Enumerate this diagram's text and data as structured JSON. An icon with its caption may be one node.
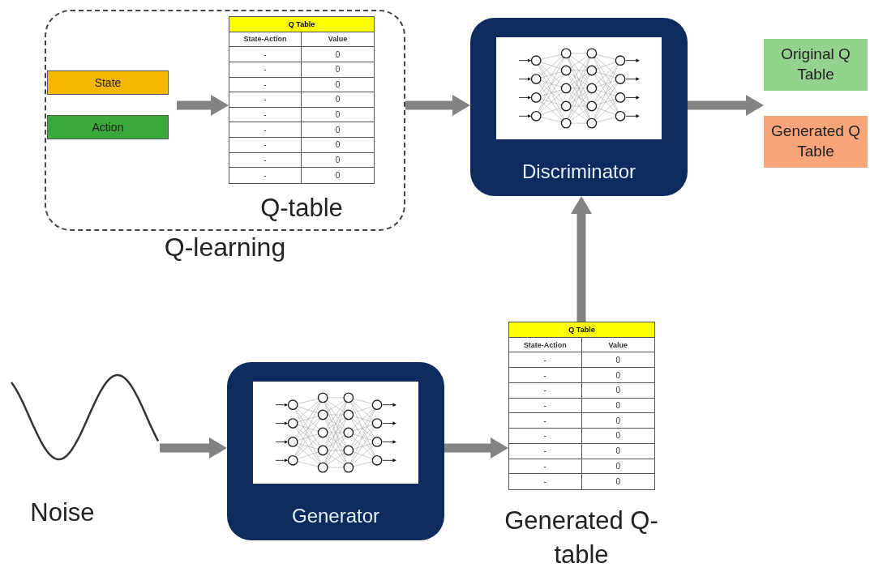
{
  "diagram": {
    "nodes": [
      {
        "text": [
          "Q-learning"
        ]
      },
      {
        "text": [
          "State"
        ],
        "in": 0
      },
      {
        "text": [
          "Action"
        ],
        "in": 0
      },
      {
        "text": [
          "Q Table",
          "State-Action",
          "Value",
          "-",
          "0",
          "-",
          "0",
          "-",
          "0",
          "-",
          "0",
          "-",
          "0",
          "-",
          "0",
          "-",
          "0",
          "-",
          "0",
          "-",
          "0"
        ],
        "in": 0,
        "beside": [
          "Q-table"
        ]
      },
      {
        "text": [
          "Discriminator"
        ]
      },
      {
        "text": [
          "Original Q Table"
        ]
      },
      {
        "text": [
          "Generated Q Table"
        ]
      },
      {
        "text": [],
        "shape": "picture",
        "beside": [
          "Noise"
        ]
      },
      {
        "text": [
          "Generator"
        ]
      },
      {
        "text": [
          "Q Table",
          "State-Action",
          "Value",
          "-",
          "0",
          "-",
          "0",
          "-",
          "0",
          "-",
          "0",
          "-",
          "0",
          "-",
          "0",
          "-",
          "0",
          "-",
          "0",
          "-",
          "0"
        ],
        "beside": [
          "Generated Q-table"
        ]
      }
    ],
    "edges": [
      {
        "from": null,
        "to": 3,
        "arrow": "to"
      },
      {
        "from": 0,
        "to": 4,
        "arrow": "to"
      },
      {
        "from": 4,
        "to": 5,
        "arrow": "to"
      },
      {
        "from": 4,
        "to": 6,
        "arrow": "to"
      },
      {
        "from": 7,
        "to": 8,
        "arrow": "to"
      },
      {
        "from": 8,
        "to": 9,
        "arrow": "to"
      },
      {
        "from": 9,
        "to": 4,
        "arrow": "to"
      }
    ]
  }
}
